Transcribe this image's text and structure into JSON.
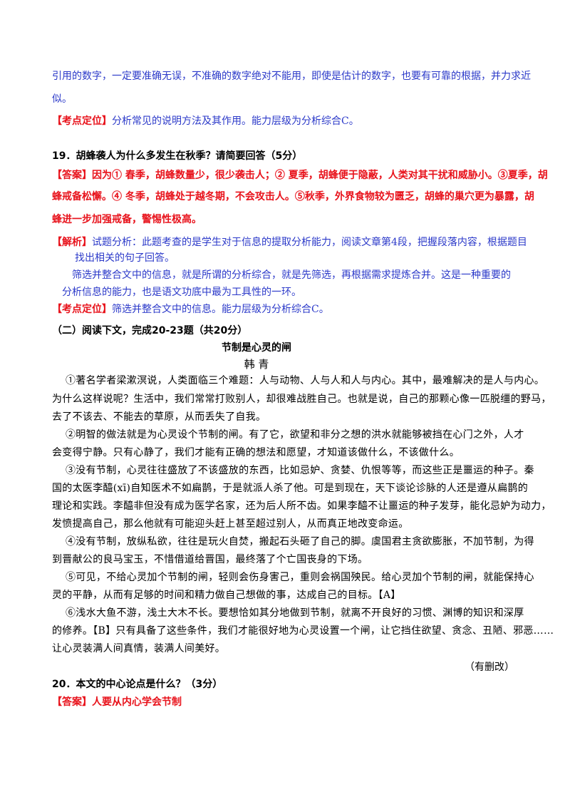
{
  "blue_intro": {
    "line1": "引用的数字，一定要准确无误，不准确的数字绝对不能用，即使是估计的数字，也要有可靠的根据，并力求近",
    "line2": "似。"
  },
  "kaodian1": {
    "tag": "【考点定位】",
    "text": "分析常见的说明方法及其作用。能力层级为分析综合C。"
  },
  "q19": {
    "question": "19．胡蜂袭人为什么多发生在秋季？请简要回答（5分）",
    "answer_tag": "【答案】",
    "answer_l1": "因为①  春季，胡蜂数量少，很少袭击人；②  夏季，胡蜂便于隐蔽，人类对其干扰和威胁小。③夏季，胡",
    "answer_l2": "蜂戒备松懈。④  冬季，胡蜂处于越冬期，不会攻击人。⑤秋季，外界食物较为匮乏，胡蜂的巢穴更为暴露，胡",
    "answer_l3": "蜂进一步加强戒备，警惕性极高。",
    "analysis_tag": "【解析】",
    "analysis_l1": "试题分析：此题考查的是学生对于信息的提取分析能力，阅读文章第4段，把握段落内容，根据题目",
    "analysis_l2": "找出相关的句子回答。",
    "analysis_l3": "筛选并整合文中的信息，就是所谓的分析综合，就是先筛选，再根据需求提炼合并。这是一种重要的",
    "analysis_l4": "分析信息的能力，也是语文功底中最为工具性的一环。",
    "kaodian_tag": "【考点定位】",
    "kaodian_text": "筛选并整合文中的信息。能力层级为分析综合C。"
  },
  "section2": {
    "heading": "（二）阅读下文，完成20-23题（共20分）"
  },
  "article": {
    "title": "节制是心灵的闸",
    "author": "韩  青",
    "p1_l1": "①著名学者梁漱溟说，人类面临三个难题：人与动物、人与人和人与内心。其中，最难解决的是人与内心。",
    "p1_l2": "为什么这样说呢？生活中，我们常常打败别人，却很难战胜自己。也就是说，自己的那颗心像一匹脱缰的野马，",
    "p1_l3": "去了不该去、不能去的草原，从而丢失了自我。",
    "p2_l1": "②明智的做法就是为心灵设个节制的闸。有了它，欲望和非分之想的洪水就能够被挡在心门之外，人才",
    "p2_l2": "会变得宁静。只有心静了，我们才能有正确的想法和愿望，才知道该做什么，不该做什么。",
    "p3_l1": "③没有节制，心灵往往盛放了不该盛放的东西，比如忌妒、贪婪、仇恨等等，而这些正是噩运的种子。秦",
    "p3_l2": "国的太医李醯(xī)自知医术不如扁鹊，于是就派人杀了他。可是到现在，天下谈论诊脉的人还是遵从扁鹊的",
    "p3_l3": "理论和实践。李醯非但没有成为医学名家，还为后人所不齿。如果李醯不让噩运的种子发芽，能化忌妒为动力，",
    "p3_l4": "发愤提高自己，那么他就有可能迎头赶上甚至超过别人，从而真正地改变命运。",
    "p4_l1": "④没有节制，放纵私欲，往往是玩火自焚，搬起石头砸了自己的脚。虞国君主贪欲膨胀，不加节制，为得",
    "p4_l2": "到晋献公的良马宝玉，不惜借道给晋国，最终落了个亡国丧身的下场。",
    "p5_l1": "⑤可见，不给心灵加个节制的闸，轻则会伤身害己，重则会祸国殃民。给心灵加个节制的闸，就能保持心",
    "p5_l2": "灵的平静，从而有足够的时间和精力做自己想做的事，达成自己的目标。【A】",
    "p6_l1": "⑥浅水大鱼不游，浅土大木不长。要想恰如其分地做到节制，就离不开良好的习惯、渊博的知识和深厚",
    "p6_l2": "的修养。【B】只有具备了这些条件，我们才能很好地为心灵设置一个闸，让它挡住欲望、贪念、丑陋、邪恶……",
    "p6_l3": "让心灵装满人间真情，装满人间美好。",
    "note": "（有删改）"
  },
  "q20": {
    "question": "20．本文的中心论点是什么？（3分）",
    "answer_tag": "【答案】",
    "answer": "人要从内心学会节制"
  },
  "colors": {
    "blue": "#2b39c9",
    "red": "#e8121b",
    "black": "#000000"
  }
}
